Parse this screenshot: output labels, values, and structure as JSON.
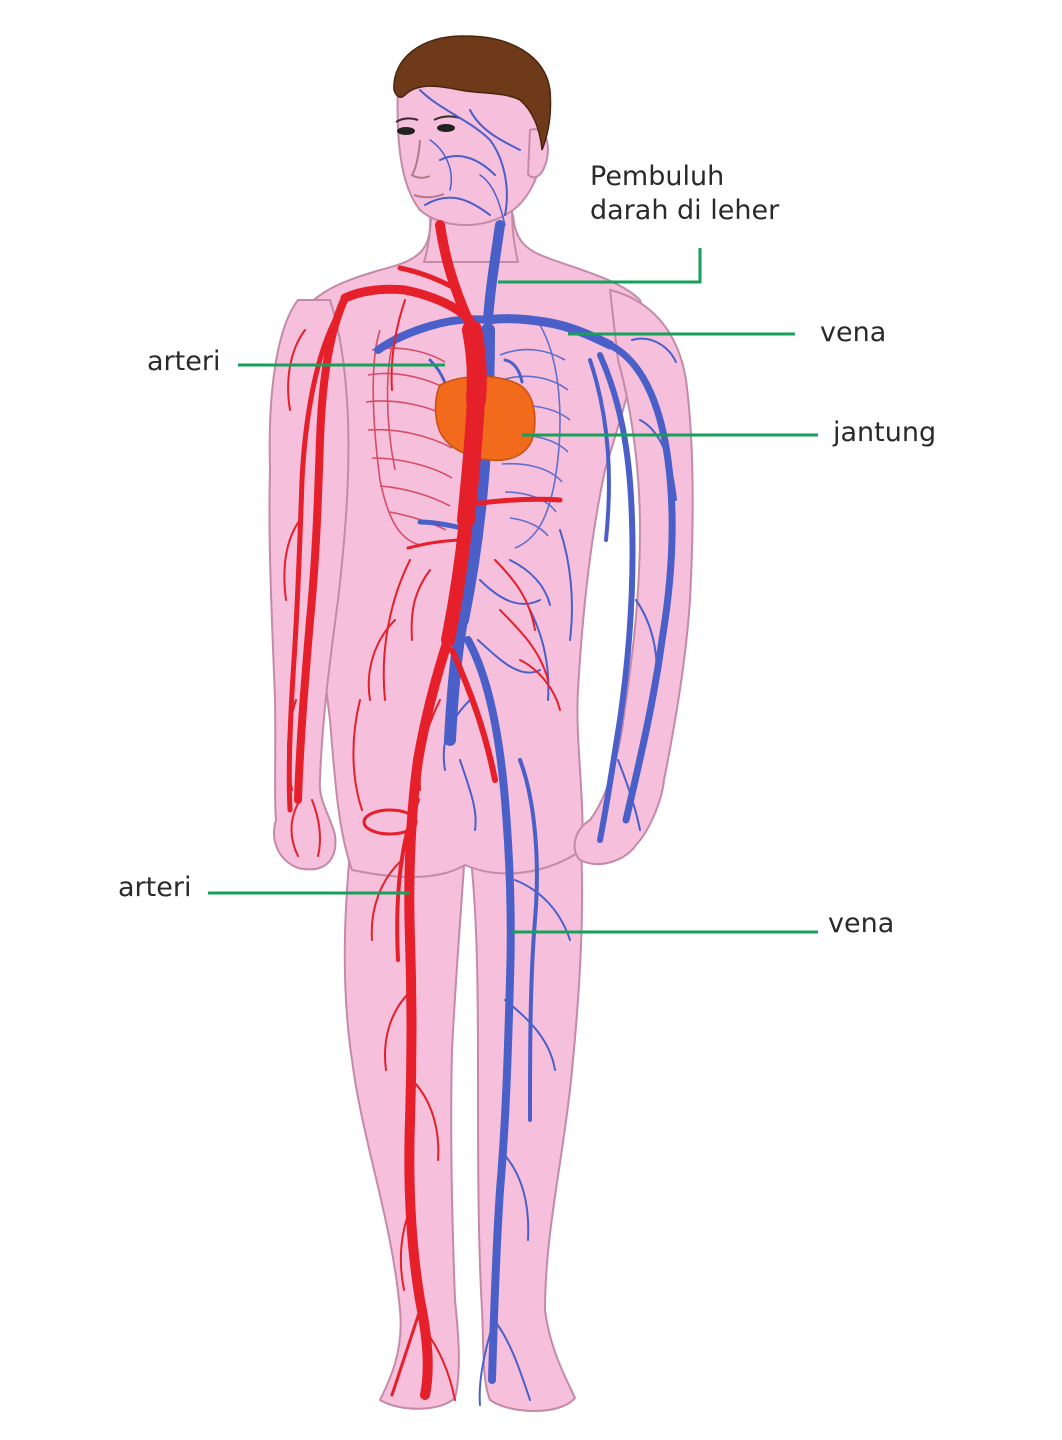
{
  "colors": {
    "skin": "#f6bfdc",
    "skin_outline": "#c48aa8",
    "hair": "#6e3a1a",
    "artery": "#e5202a",
    "vein": "#4a60c8",
    "heart": "#f26a1b",
    "leader_line": "#16a05a"
  },
  "labels": {
    "neck_line1": "Pembuluh",
    "neck_line2": "darah di leher",
    "vena_top": "vena",
    "arteri_top": "arteri",
    "jantung": "jantung",
    "arteri_bottom": "arteri",
    "vena_bottom": "vena"
  }
}
